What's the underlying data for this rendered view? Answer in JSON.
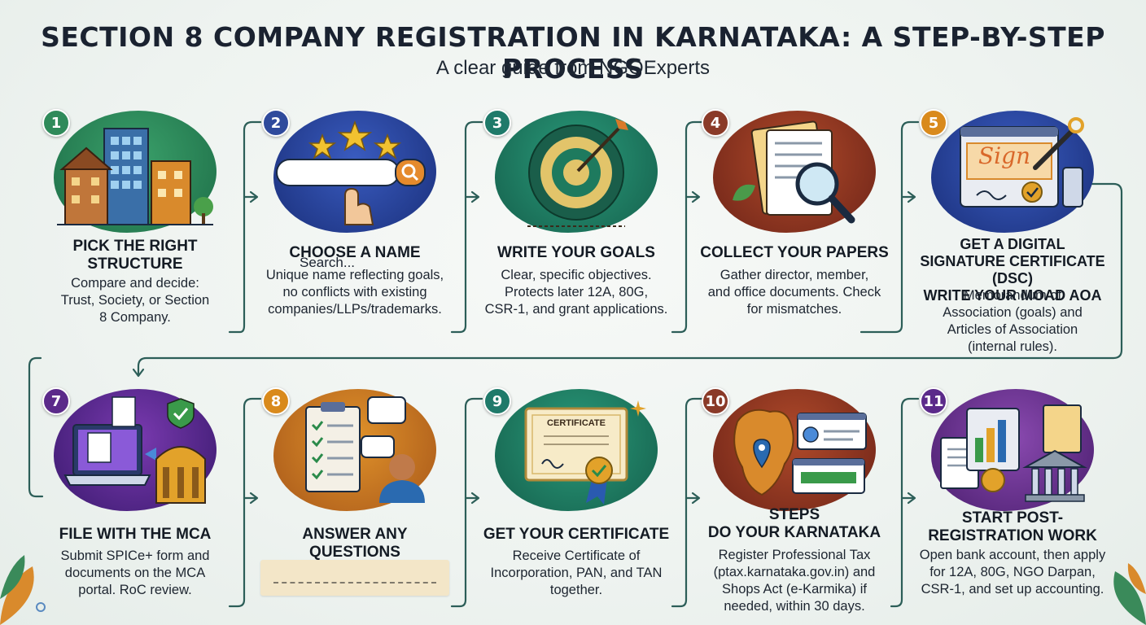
{
  "title": "SECTION 8 COMPANY REGISTRATION IN KARNATAKA: A STEP-BY-STEP PROCESS",
  "subtitle": "A clear guide from NGOExperts",
  "colors": {
    "green": "#2f8a5a",
    "blue": "#2f4a9c",
    "teal": "#1f7a6a",
    "brown": "#8a3a28",
    "orange": "#d98a1c",
    "purple": "#5b2a8a",
    "connector": "#2c5e58"
  },
  "steps": [
    {
      "number": "1",
      "name": [
        "PICK THE RIGHT",
        "STRUCTURE"
      ],
      "desc": [
        "Compare and decide:",
        "Trust, Society, or Section",
        "8 Company."
      ],
      "icon": "buildings-icon"
    },
    {
      "number": "2",
      "name": [
        "CHOOSE A NAME"
      ],
      "desc": [
        "Unique name reflecting goals,",
        "no conflicts with existing",
        "companies/LLPs/trademarks."
      ],
      "icon": "search-icon",
      "search_text": "Search..."
    },
    {
      "number": "3",
      "name": [
        "WRITE YOUR GOALS"
      ],
      "desc": [
        "Clear, specific objectives.",
        "Protects later 12A, 80G,",
        "CSR-1, and grant applications."
      ],
      "icon": "target-icon"
    },
    {
      "number": "4",
      "name": [
        "COLLECT YOUR PAPERS"
      ],
      "desc": [
        "Gather director, member,",
        "and office documents. Check",
        "for mismatches."
      ],
      "icon": "documents-magnifier-icon"
    },
    {
      "number": "5",
      "name": [
        "GET A DIGITAL",
        "SIGNATURE CERTIFICATE (DSC)",
        "WRITE YOUR MOAD AOA"
      ],
      "desc": [
        "Memorandum of",
        "Association (goals) and",
        "Articles of Association",
        "(internal rules)."
      ],
      "icon": "digital-signature-icon",
      "sign_text": "Sign"
    },
    {
      "number": "7",
      "name": [
        "FILE WITH THE MCA"
      ],
      "desc": [
        "Submit SPICe+ form and",
        "documents on the MCA",
        "portal. RoC review."
      ],
      "icon": "laptop-government-icon"
    },
    {
      "number": "8",
      "name": [
        "ANSWER ANY QUESTIONS"
      ],
      "desc": [],
      "icon": "checklist-chat-icon"
    },
    {
      "number": "9",
      "name": [
        "GET YOUR CERTIFICATE"
      ],
      "desc": [
        "Receive Certificate of",
        "Incorporation, PAN, and TAN",
        "together."
      ],
      "icon": "certificate-icon",
      "cert_text": "CERTIFICATE"
    },
    {
      "number": "10",
      "name": [
        "STEPS",
        "DO YOUR KARNATAKA"
      ],
      "desc": [
        "Register Professional Tax",
        "(ptax.karnataka.gov.in) and",
        "Shops Act (e-Karmika) if",
        "needed, within 30 days."
      ],
      "icon": "karnataka-map-icon"
    },
    {
      "number": "11",
      "name": [
        "START POST-",
        "REGISTRATION WORK"
      ],
      "desc": [
        "Open bank account, then apply",
        "for 12A, 80G, NGO Darpan,",
        "CSR-1, and set up accounting."
      ],
      "icon": "bank-documents-icon"
    }
  ]
}
